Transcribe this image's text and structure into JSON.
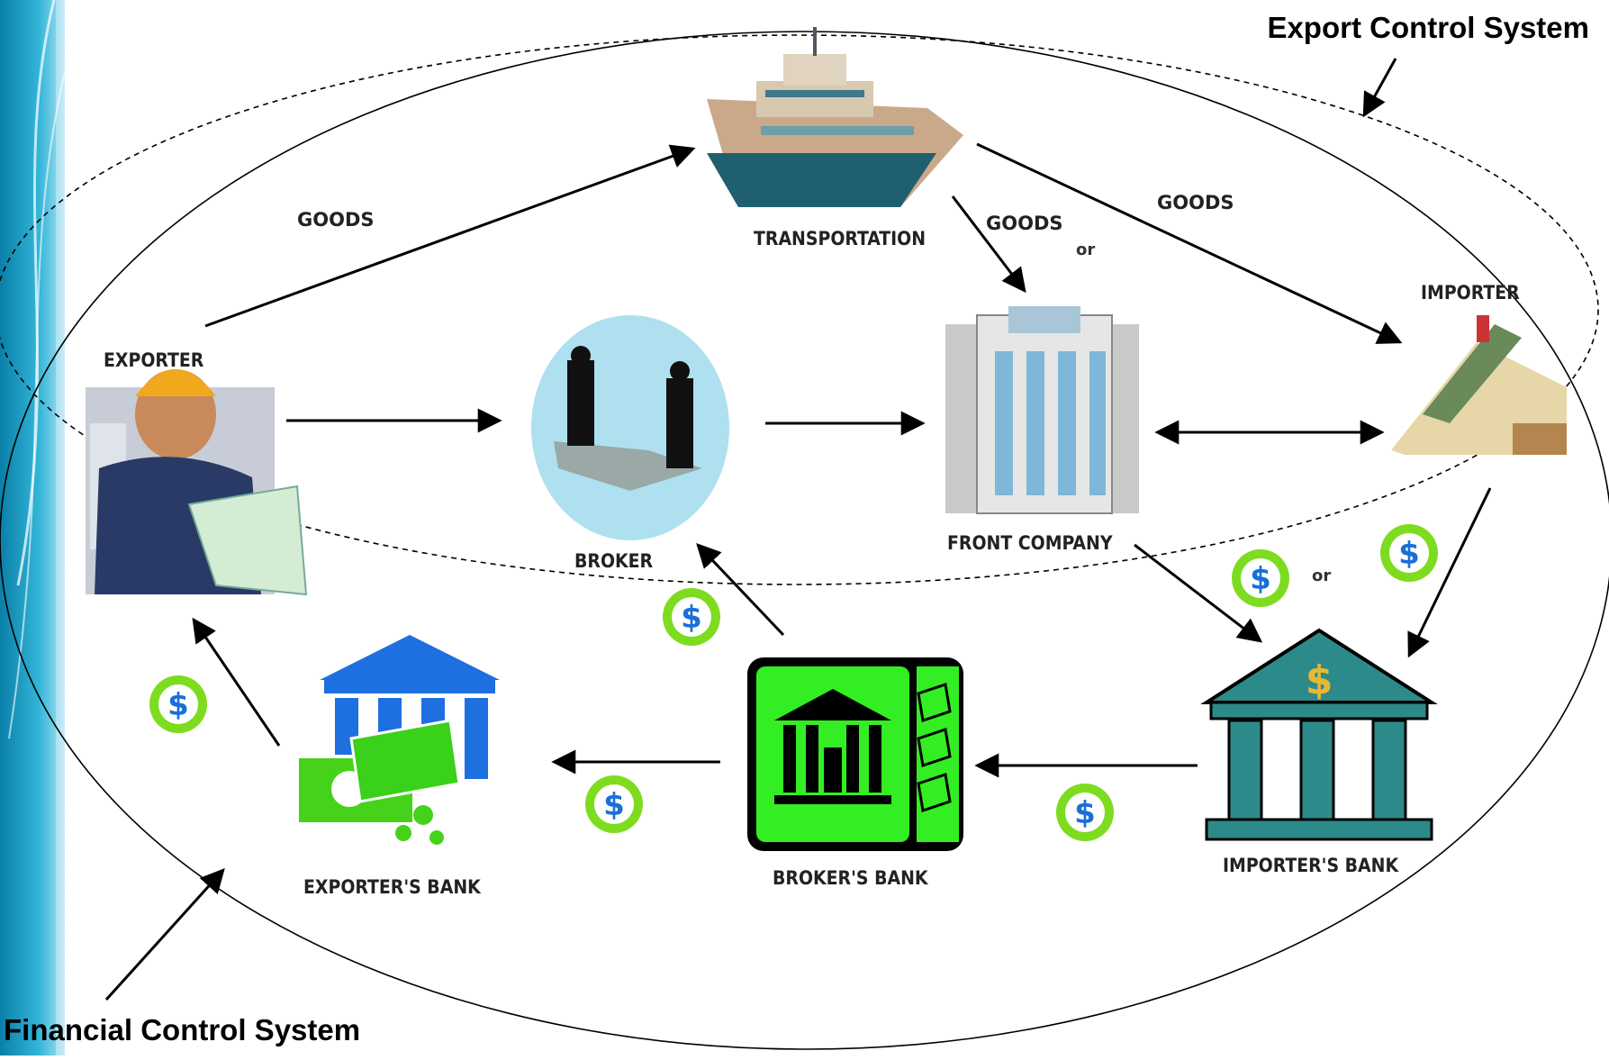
{
  "systems": {
    "export_control": "Export Control System",
    "financial_control": "Financial Control System"
  },
  "nodes": {
    "transportation": "TRANSPORTATION",
    "exporter": "EXPORTER",
    "broker": "BROKER",
    "front_company": "FRONT COMPANY",
    "importer": "IMPORTER",
    "exporters_bank": "EXPORTER'S BANK",
    "brokers_bank": "BROKER'S BANK",
    "importers_bank": "IMPORTER'S BANK"
  },
  "flows": {
    "goods_exporter_transport": "GOODS",
    "goods_transport_front": "GOODS",
    "goods_transport_importer": "GOODS",
    "or_goods": "or",
    "or_payment": "or"
  },
  "icons": {
    "dollar_symbol": "$",
    "money_icon": "dollar-coin-icon"
  },
  "colors": {
    "money_green": "#7ddc1f",
    "money_blue": "#1a6fd8",
    "bank_green": "#33ee22",
    "bank_teal": "#2d8a8a",
    "exporter_bank_blue": "#1e6fe0"
  }
}
